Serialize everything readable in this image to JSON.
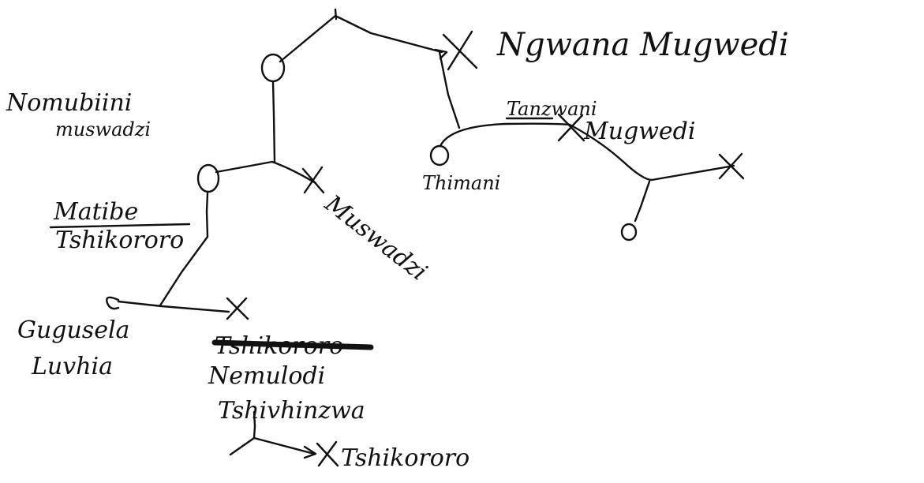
{
  "ink_color": "#111111",
  "background_color": "#ffffff",
  "labels": {
    "ngwana_mugwedi": "Ngwana Mugwedi",
    "nomubiini": "Nomubiini",
    "muswadzi_top": "muswadzi",
    "tanzwani": "Tanzwani",
    "mugwedi": "Mugwedi",
    "thimani": "Thimani",
    "matibe": "Matibe",
    "tshikororo_mid": "Tshikororo",
    "muswadzi_mid": "Muswadzi",
    "gugusela": "Gugusela",
    "luvhia": "Luvhia",
    "tshikororo_struck": "Tshikororo",
    "nemulodi": "Nemulodi",
    "tshivhinzwa": "Tshivhinzwa",
    "tshikororo_bottom": "Tshikororo"
  }
}
